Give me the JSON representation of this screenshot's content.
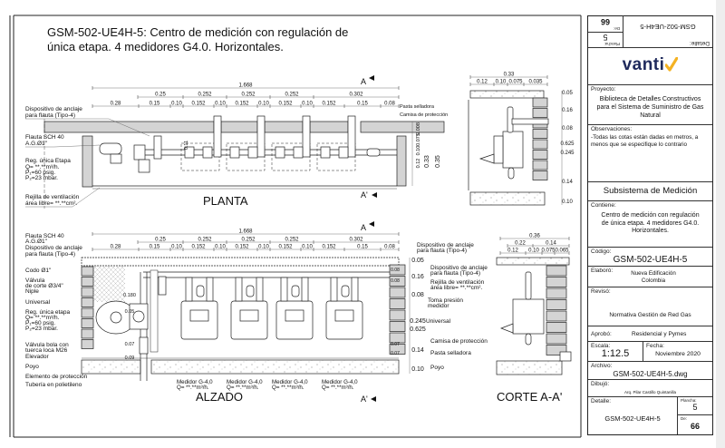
{
  "title": {
    "line1": "GSM-502-UE4H-5: Centro de medición con regulación de",
    "line2": "única etapa.  4 medidores G4.0. Horizontales."
  },
  "views": {
    "plan": "PLANTA",
    "elevation": "ALZADO",
    "section": "CORTE A-A'",
    "cut_a": "A",
    "cut_a_prime": "A'"
  },
  "plan": {
    "dim_total": "1.668",
    "dims_mid": [
      "0.25",
      "0.252",
      "0.252",
      "0.252",
      "0.302"
    ],
    "dims_low": [
      "0.28",
      "0.15",
      "0.10",
      "0.152",
      "0.10",
      "0.152",
      "0.10",
      "0.152",
      "0.10",
      "0.152",
      "0.15",
      "0.08"
    ],
    "dims_vert": [
      "0.11",
      "0.008",
      "0.075",
      "0.10",
      "0.12",
      "0.33",
      "0.35"
    ],
    "labels": {
      "anchor_1": "Dispositivo de anclaje",
      "anchor_2": "para flauta (Tipo-4)",
      "flute_1": "Flauta SCH 40",
      "flute_2": "A.G.Ø1\"",
      "reg_1": "Reg. única Etapa",
      "reg_2": "Q=  **.**m³/h.",
      "reg_3": "P₁=60 psig.",
      "reg_4": "P₂=23 mbar.",
      "vent_1": "Rejilla de ventilación",
      "vent_2": "área libre=  **.**cm².",
      "sealant": "Pasta selladora",
      "sleeve": "Camisa de protección"
    }
  },
  "section_plan": {
    "dims_top": [
      "0.33",
      "0.12",
      "0.10",
      "0.075",
      "0.035"
    ],
    "dims_right": [
      "0.05",
      "0.16",
      "0.08",
      "0.625",
      "0.245",
      "0.14",
      "0.10"
    ]
  },
  "elevation": {
    "dim_total": "1.668",
    "dims_mid": [
      "0.25",
      "0.252",
      "0.252",
      "0.252",
      "0.302"
    ],
    "dims_low": [
      "0.28",
      "0.15",
      "0.10",
      "0.152",
      "0.10",
      "0.152",
      "0.10",
      "0.152",
      "0.10",
      "0.152",
      "0.15",
      "0.08"
    ],
    "dims_left": [
      "0.180",
      "0.05",
      "0.07",
      "0.09"
    ],
    "dims_right_small": [
      "0.08",
      "0.08",
      "0.07",
      "0.07"
    ],
    "dims_right": [
      "0.05",
      "0.16",
      "0.08",
      "0.245",
      "0.625",
      "0.14",
      "0.10"
    ],
    "labels_left": {
      "flute_1": "Flauta SCH 40",
      "flute_2": "A.G.Ø1\"",
      "anchor_1": "Dispositivo de anclaje",
      "anchor_2": "para flauta (Tipo-4)",
      "elbow": "Codo Ø1\"",
      "valve_1": "Válvula",
      "valve_2": "de corte Ø3/4\"",
      "nipple": "Niple",
      "union": "Universal",
      "reg_1": "Reg. única etapa",
      "reg_2": "Q=  **.**m³/h.",
      "reg_3": "P₁=60 psig.",
      "reg_4": "P₂=23 mbar.",
      "ball_1": "Válvula bola con",
      "ball_2": "tuerca loca M26",
      "riser": "Elevador",
      "base": "Poyo",
      "protection": "Elemento de protección",
      "pe_pipe": "Tubería en polietileno"
    },
    "labels_right": {
      "anchor_top_1": "Dispositivo de anclaje",
      "anchor_top_2": "para flauta (Tipo-4)",
      "anchor_1": "Dispositivo de anclaje",
      "anchor_2": "para flauta (Tipo-4)",
      "vent_1": "Rejilla de ventilación",
      "vent_2": "área libre=  **.**cm².",
      "tap_1": "Toma presión",
      "tap_2": "medidor",
      "union": "Universal",
      "sleeve": "Camisa de protección",
      "sealant": "Pasta selladora",
      "base": "Poyo"
    },
    "meters": [
      {
        "name": "Medidor G-4,0",
        "flow": "Q=  **.**m³/h."
      },
      {
        "name": "Medidor G-4,0",
        "flow": "Q=  **.**m³/h."
      },
      {
        "name": "Medidor G-4,0",
        "flow": "Q=  **.**m³/h."
      },
      {
        "name": "Medidor G-4,0",
        "flow": "Q=  **.**m³/h."
      }
    ]
  },
  "section_elev": {
    "dims_top": [
      "0.36",
      "0.22",
      "0.14",
      "0.12",
      "0.10",
      "0.075",
      "0.065"
    ]
  },
  "title_block": {
    "top_inverted": {
      "de_label": "De:",
      "de_value": "66",
      "plancha_label": "Plancha:",
      "plancha_value": "5",
      "detalle_label": "Detalle:",
      "detalle_value": "GSM-502-UE4H-5"
    },
    "logo": "vanti",
    "proyecto_label": "Proyecto:",
    "proyecto": "Biblioteca de Detalles Constructivos para el Sistema de Suministro de Gas Natural",
    "observaciones_label": "Observaciones:",
    "observaciones": "-Todas las cotas están dadas en metros, a menos que se especifique lo contrario",
    "subsistema": "Subsistema de Medición",
    "contiene_label": "Contiene:",
    "contiene": "Centro de medición con regulación de única etapa. 4 medidores G4.0. Horizontales.",
    "codigo_label": "Código:",
    "codigo": "GSM-502-UE4H-5",
    "elaboro_label": "Elaboró:",
    "elaboro": "Nueva Edificación Colombia",
    "reviso_label": "Revisó:",
    "reviso": "Normativa Gestión de Red Gas",
    "aprobo_label": "Aprobó:",
    "aprobo": "Residencial y Pymes",
    "escala_label": "Escala:",
    "escala": "1:12.5",
    "fecha_label": "Fecha:",
    "fecha": "Noviembre 2020",
    "archivo_label": "Archivo:",
    "archivo": "GSM-502-UE4H-5.dwg",
    "dibujo_label": "Dibujó:",
    "dibujo": "Arq. Pilar Castillo Quintanilla",
    "detalle_label": "Detalle:",
    "detalle": "GSM-502-UE4H-5",
    "plancha_label": "Plancha:",
    "plancha": "5",
    "de_label": "De:",
    "de": "66"
  },
  "colors": {
    "logo_text": "#1f2a5c",
    "logo_check": "#f4b223",
    "fill_wall": "#d4d4d4",
    "line": "#222222"
  }
}
